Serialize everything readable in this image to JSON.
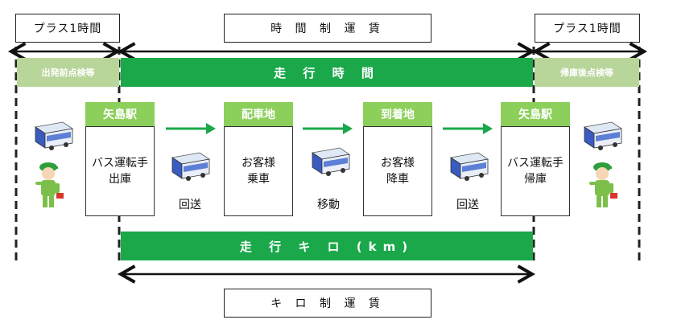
{
  "top_labels": {
    "plus_left": "プラス1時間",
    "time_fare": "時 間 制 運 賃",
    "plus_right": "プラス1時間"
  },
  "bars": {
    "pre_inspection": "出発前点検等",
    "driving_time": "走 行 時 間",
    "post_inspection": "帰庫後点検等",
    "driving_km": "走 行 キ ロ (km)"
  },
  "bottom_label": {
    "km_fare": "キ ロ 制 運 賃"
  },
  "stages": [
    {
      "header": "矢島駅",
      "line1": "バス運転手",
      "line2": "出庫"
    },
    {
      "header": "配車地",
      "line1": "お客様",
      "line2": "乗車"
    },
    {
      "header": "到着地",
      "line1": "お客様",
      "line2": "降車"
    },
    {
      "header": "矢島駅",
      "line1": "バス運転手",
      "line2": "帰庫"
    }
  ],
  "moves": {
    "move1": "回送",
    "move2": "移動",
    "move3": "回送"
  },
  "colors": {
    "dark_green": "#1aa84a",
    "light_green": "#b8d59a",
    "header_green": "#8ccf5a",
    "arrow_green": "#1aa84a",
    "bus_blue": "#3a5bbf"
  },
  "icons": [
    "bus-icon",
    "driver-icon",
    "right-arrow-icon",
    "double-arrow-icon"
  ]
}
